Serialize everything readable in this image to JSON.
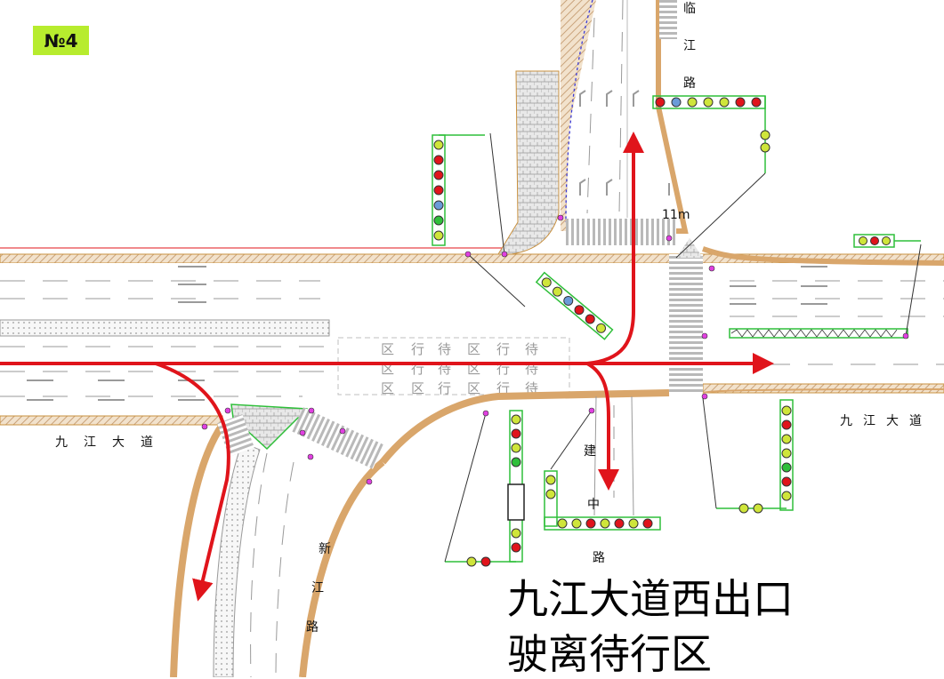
{
  "badge": "№4",
  "caption": {
    "line1": "九江大道西出口",
    "line2": "驶离待行区"
  },
  "roads": {
    "north": [
      "江",
      "路"
    ],
    "north_top": "临",
    "west_main": [
      "九",
      "江",
      "大",
      "道"
    ],
    "east_main": [
      "九",
      "江",
      "大",
      "道"
    ],
    "south_center": [
      "建",
      "中",
      "路"
    ],
    "southwest": [
      "新",
      "江",
      "路"
    ]
  },
  "distance_label": "11m",
  "waiting_zone_text": [
    "待",
    "行",
    "区"
  ],
  "colors": {
    "route": "#e0141b",
    "curb": "#d9a66b",
    "signal_pole": "#2fbf3a",
    "badge": "#b7ec2e"
  }
}
